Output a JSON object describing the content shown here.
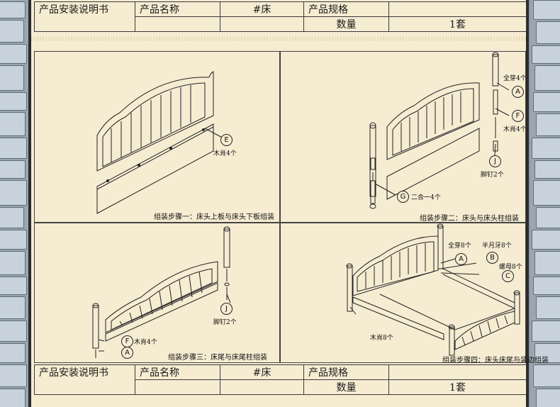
{
  "header_table": {
    "manual_title": "产品安装说明书",
    "name_label": "产品名称",
    "name_value": "#床",
    "spec_label": "产品规格",
    "spec_value": "",
    "qty_label": "数量",
    "qty_value": "1套"
  },
  "footer_table": {
    "manual_title": "产品安装说明书",
    "name_label": "产品名称",
    "name_value": "#床",
    "spec_label": "产品规格",
    "spec_value": "",
    "qty_label": "数量",
    "qty_value": "1套"
  },
  "steps": [
    {
      "caption": "组装步骤一：床头上板与床头下板组装",
      "callouts": [
        {
          "letter": "E",
          "text": "木肖4个"
        }
      ]
    },
    {
      "caption": "组装步骤二：床头与床头柱组装",
      "callouts": [
        {
          "letter": "A",
          "text": "全芽4个"
        },
        {
          "letter": "F",
          "text": "木肖4个"
        },
        {
          "letter": "J",
          "text": "脚钉2个"
        },
        {
          "letter": "G",
          "text": "二合一4个"
        }
      ]
    },
    {
      "caption": "组装步骤三：床尾与床尾柱组装",
      "callouts": [
        {
          "letter": "J",
          "text": "脚钉2个"
        },
        {
          "letter": "F",
          "text": "木肖4个"
        },
        {
          "letter": "A",
          "text": ""
        }
      ]
    },
    {
      "caption": "组装步骤四：床头床尾与装边组装",
      "callouts": [
        {
          "letter": "A",
          "text": "全芽8个"
        },
        {
          "letter": "B",
          "text": "半月牙8个"
        },
        {
          "letter": "C",
          "text": "螺母8个"
        },
        {
          "letter": "",
          "text": "木肖8个"
        }
      ]
    }
  ]
}
